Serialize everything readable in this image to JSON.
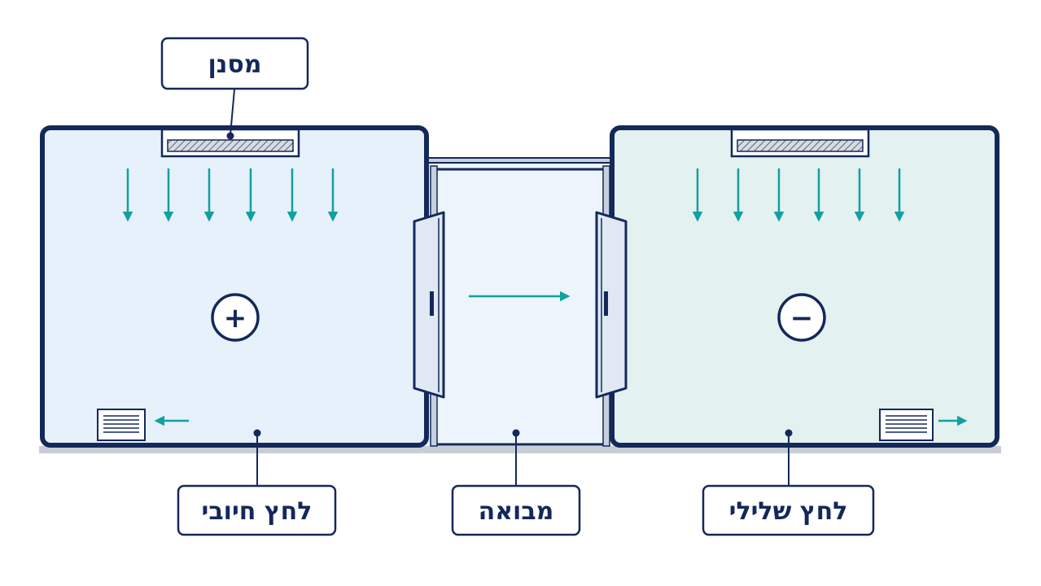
{
  "labels": {
    "filter": "מסנן",
    "positive_room": "לחץ חיובי",
    "anteroom": "מבואה",
    "negative_room": "לחץ שלילי"
  },
  "symbols": {
    "positive": "+",
    "negative": "−"
  },
  "colors": {
    "outline": "#14285a",
    "arrow": "#12a0a0",
    "positive_fill": "#e6f1fb",
    "negative_fill": "#e3f1f0",
    "anteroom_fill": "#eef4fb",
    "floor": "#c9ced6"
  },
  "icons": {
    "filter": "hepa-filter-icon",
    "supply_arrow": "arrow-down-icon",
    "flow_arrow": "arrow-right-icon",
    "vent": "vent-grille-icon"
  }
}
